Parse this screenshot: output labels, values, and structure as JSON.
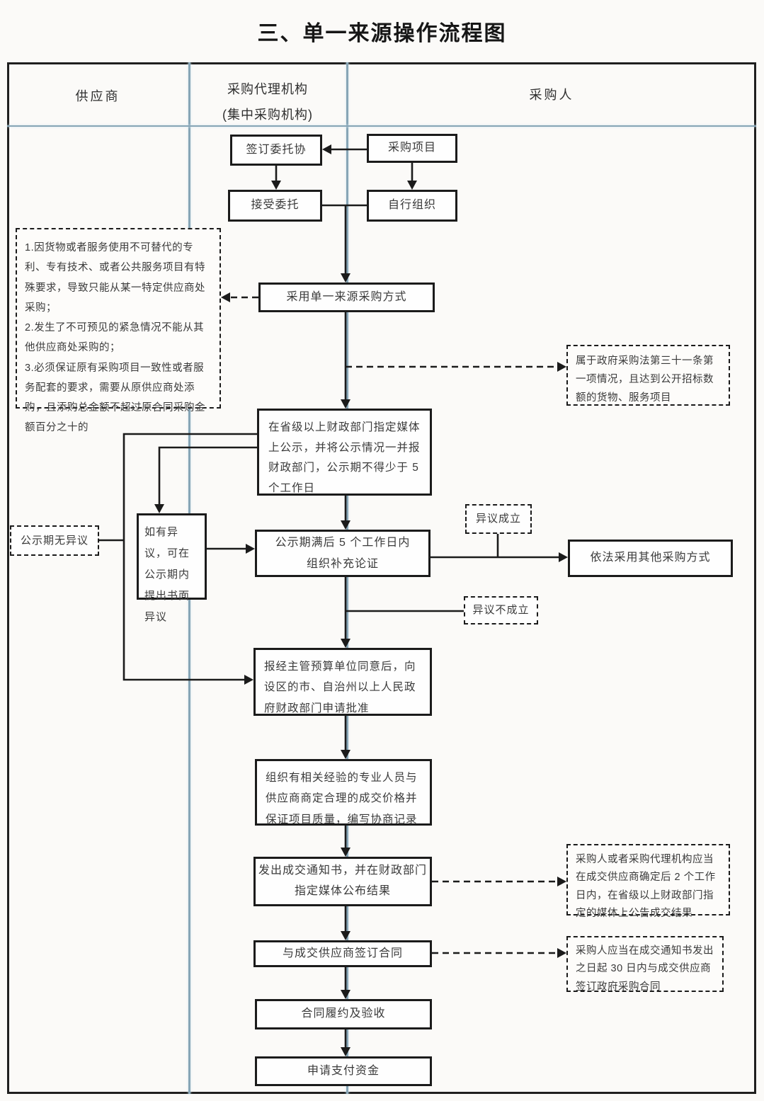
{
  "title": "三、单一来源操作流程图",
  "lanes": {
    "supplier": "供应商",
    "agency_line1": "采购代理机构",
    "agency_line2": "(集中采购机构)",
    "purchaser": "采购人"
  },
  "nodes": {
    "sign_agreement": "签订委托协",
    "procurement_project": "采购项目",
    "accept_entrust": "接受委托",
    "self_organize": "自行组织",
    "adopt_single_source": "采用单一来源采购方式",
    "publicity": "在省级以上财政部门指定媒体上公示，并将公示情况一并报财政部门，公示期不得少于 5 个工作日",
    "objection": "如有异议，可在公示期内提出书面异议",
    "supplementary_line1": "公示期满后 5 个工作日内",
    "supplementary_line2": "组织补充论证",
    "other_method": "依法采用其他采购方式",
    "approval": "报经主管预算单位同意后，向设区的市、自治州以上人民政府财政部门申请批准",
    "negotiate": "组织有相关经验的专业人员与供应商商定合理的成交价格并保证项目质量，编写协商记录",
    "notice_line1": "发出成交通知书，并在财政部门",
    "notice_line2": "指定媒体公布结果",
    "sign_contract": "与成交供应商签订合同",
    "perform": "合同履约及验收",
    "payment": "申请支付资金"
  },
  "labels": {
    "no_objection": "公示期无异议",
    "objection_valid": "异议成立",
    "objection_invalid": "异议不成立"
  },
  "notes": {
    "reasons": [
      "1.因货物或者服务使用不可替代的专利、专有技术、或者公共服务项目有特殊要求，导致只能从某一特定供应商处采购；",
      "2.发生了不可预见的紧急情况不能从其他供应商处采购的；",
      "3.必须保证原有采购项目一致性或者服务配套的要求，需要从原供应商处添购，且添购总金额不超过原合同采购金额百分之十的"
    ],
    "law31": "属于政府采购法第三十一条第一项情况，且达到公开招标数额的货物、服务项目",
    "announce": "采购人或者采购代理机构应当在成交供应商确定后 2 个工作日内，在省级以上财政部门指定的媒体上公告成交结果",
    "sign_deadline": "采购人应当在成交通知书发出之日起 30 日内与成交供应商签订政府采购合同"
  },
  "colors": {
    "lane_divider": "#87a5b6",
    "flow_line": "#1b1b1b",
    "background": "#fbfaf8"
  }
}
